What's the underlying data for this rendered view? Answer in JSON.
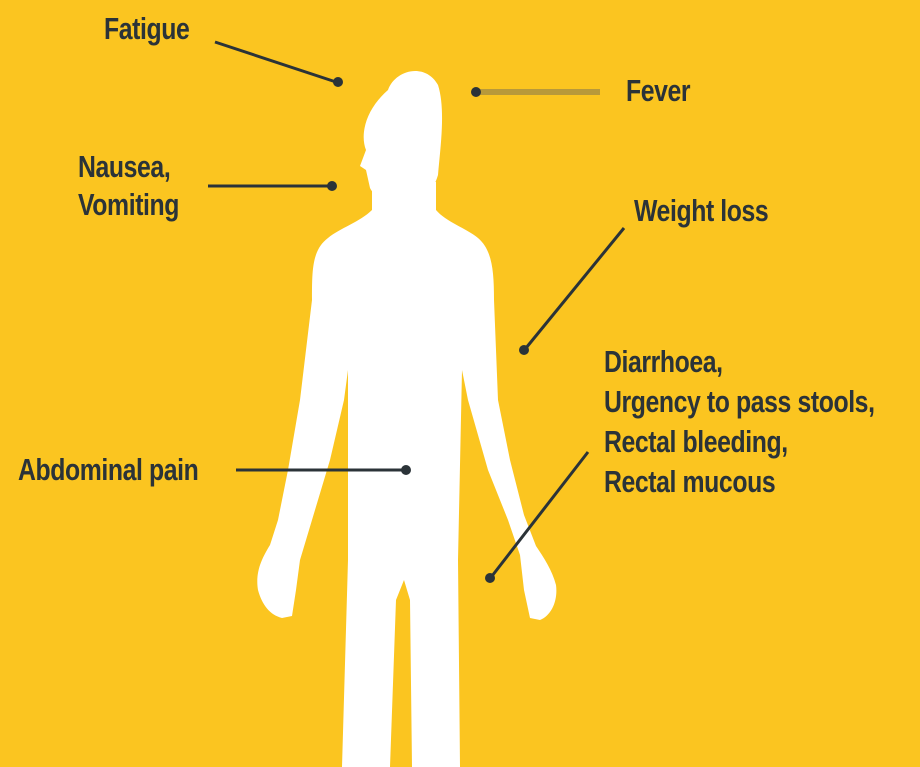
{
  "diagram": {
    "colors": {
      "background": "#FBC520",
      "body_silhouette": "#FFFFFF",
      "leader_line": "#2B3338",
      "fever_line": "#B8993A",
      "text": "#2B3338"
    },
    "symptoms": {
      "fatigue": [
        "Fatigue"
      ],
      "fever": [
        "Fever"
      ],
      "nausea_vomiting": [
        "Nausea,",
        "Vomiting"
      ],
      "weight_loss": [
        "Weight loss"
      ],
      "abdominal_pain": [
        "Abdominal pain"
      ],
      "bowel_symptoms": [
        "Diarrhoea,",
        "Urgency to pass stools,",
        "Rectal bleeding,",
        "Rectal mucous"
      ]
    }
  }
}
